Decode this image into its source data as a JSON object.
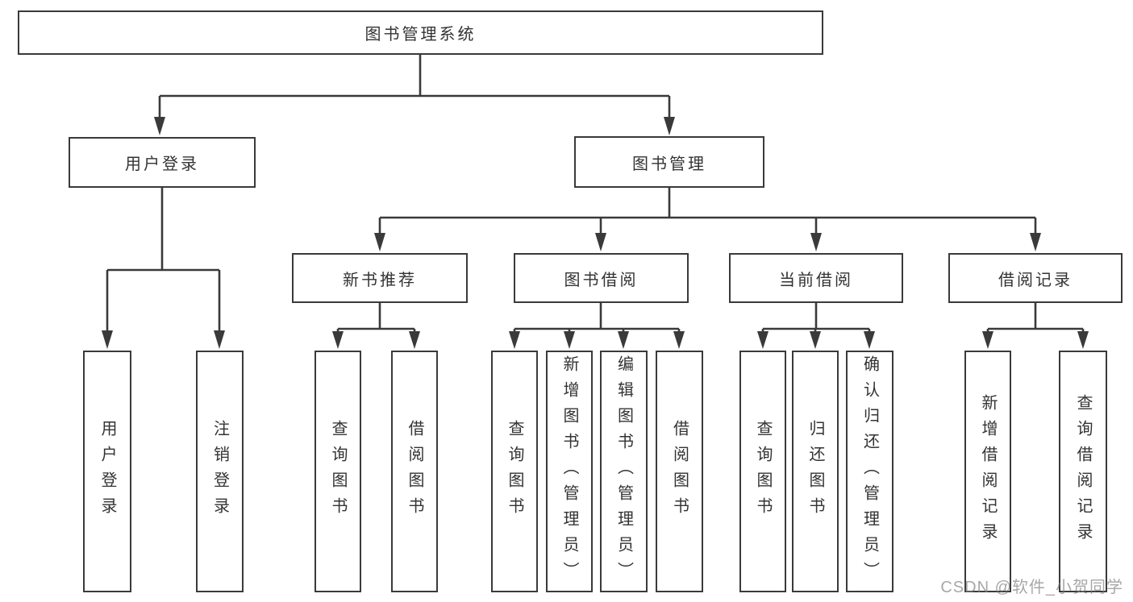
{
  "diagram": {
    "type": "hierarchy-tree",
    "colors": {
      "line": "#3a3a3a",
      "box_border": "#3a3a3a",
      "box_fill": "#ffffff",
      "text": "#333333",
      "watermark": "#7d7d7d",
      "background": "#ffffff"
    },
    "nodes": {
      "root": {
        "label": "图书管理系统"
      },
      "user_login": {
        "label": "用户登录"
      },
      "book_mgmt": {
        "label": "图书管理"
      },
      "new_books": {
        "label": "新书推荐"
      },
      "book_borrow": {
        "label": "图书借阅"
      },
      "current_borrow": {
        "label": "当前借阅"
      },
      "borrow_records": {
        "label": "借阅记录"
      },
      "leaves": {
        "user_login": {
          "label": "用户登录"
        },
        "logout": {
          "label": "注销登录"
        },
        "nb_query": {
          "label": "查询图书"
        },
        "nb_borrow": {
          "label": "借阅图书"
        },
        "bb_query": {
          "label": "查询图书"
        },
        "bb_add": {
          "label": "新增图书（管理员）"
        },
        "bb_edit": {
          "label": "编辑图书（管理员）"
        },
        "bb_borrow": {
          "label": "借阅图书"
        },
        "cb_query": {
          "label": "查询图书"
        },
        "cb_return": {
          "label": "归还图书"
        },
        "cb_confirm": {
          "label": "确认归还（管理员）"
        },
        "br_add": {
          "label": "新增借阅记录"
        },
        "br_query": {
          "label": "查询借阅记录"
        }
      }
    },
    "edges": [
      [
        "图书管理系统",
        "用户登录"
      ],
      [
        "图书管理系统",
        "图书管理"
      ],
      [
        "用户登录",
        "用户登录(叶)"
      ],
      [
        "用户登录",
        "注销登录"
      ],
      [
        "图书管理",
        "新书推荐"
      ],
      [
        "图书管理",
        "图书借阅"
      ],
      [
        "图书管理",
        "当前借阅"
      ],
      [
        "图书管理",
        "借阅记录"
      ],
      [
        "新书推荐",
        "查询图书"
      ],
      [
        "新书推荐",
        "借阅图书"
      ],
      [
        "图书借阅",
        "查询图书"
      ],
      [
        "图书借阅",
        "新增图书（管理员）"
      ],
      [
        "图书借阅",
        "编辑图书（管理员）"
      ],
      [
        "图书借阅",
        "借阅图书"
      ],
      [
        "当前借阅",
        "查询图书"
      ],
      [
        "当前借阅",
        "归还图书"
      ],
      [
        "当前借阅",
        "确认归还（管理员）"
      ],
      [
        "借阅记录",
        "新增借阅记录"
      ],
      [
        "借阅记录",
        "查询借阅记录"
      ]
    ],
    "watermark": {
      "text": "CSDN @软件_小贺同学"
    }
  }
}
